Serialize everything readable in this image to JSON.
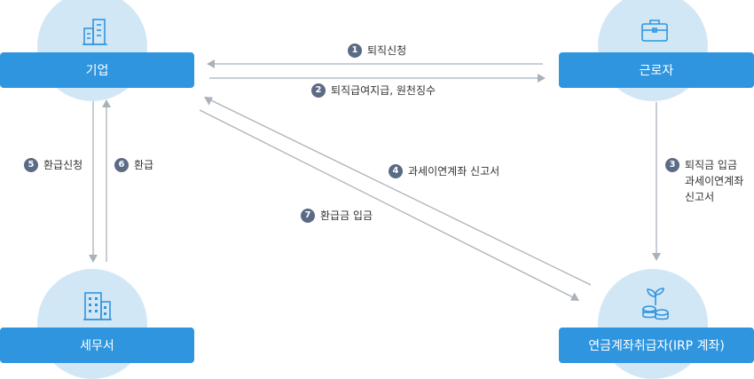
{
  "nodes": {
    "company": {
      "label": "기업"
    },
    "worker": {
      "label": "근로자"
    },
    "tax_office": {
      "label": "세무서"
    },
    "pension": {
      "label": "연금계좌취급자(IRP 계좌)"
    }
  },
  "steps": [
    {
      "num": "1",
      "label": "퇴직신청"
    },
    {
      "num": "2",
      "label": "퇴직급여지급, 원천징수"
    },
    {
      "num": "3",
      "lines": [
        "퇴직금 입금",
        "과세이연계좌",
        "신고서"
      ]
    },
    {
      "num": "4",
      "label": "과세이연계좌 신고서"
    },
    {
      "num": "5",
      "label": "환급신청"
    },
    {
      "num": "6",
      "label": "환급"
    },
    {
      "num": "7",
      "label": "환급금 입금"
    }
  ],
  "colors": {
    "node": "#2f95de",
    "circle": "#d2e7f6",
    "arrow": "#a9b2bb",
    "badge": "#5b6b85",
    "icon": "#2f95de"
  },
  "icons": {
    "company": "building-icon",
    "worker": "briefcase-icon",
    "tax_office": "office-building-icon",
    "pension": "coin-stack-sprout-icon"
  }
}
